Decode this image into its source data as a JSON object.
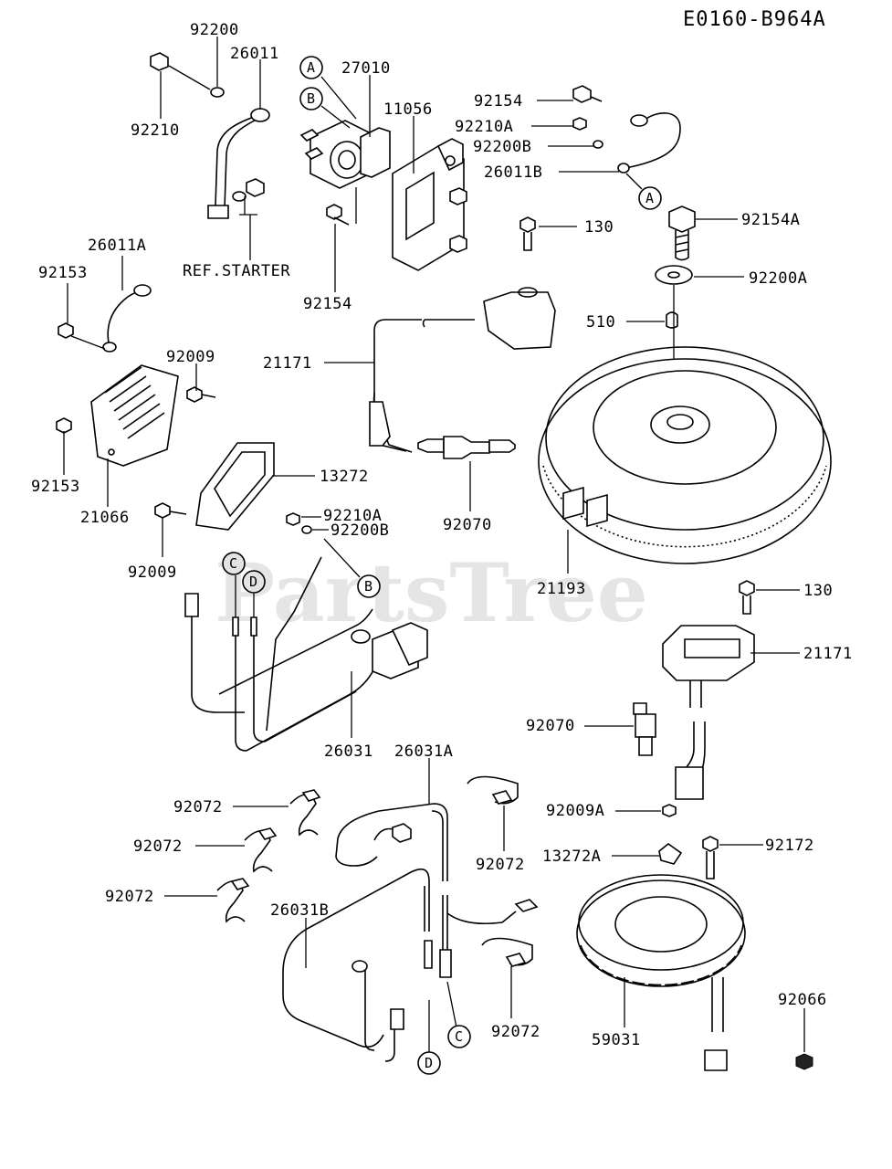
{
  "diagram_code": "E0160-B964A",
  "watermark": "PartsTree",
  "reference_note": "REF.STARTER",
  "part_labels": {
    "p92200_top": "92200",
    "p26011": "26011",
    "p92210": "92210",
    "p27010": "27010",
    "p11056": "11056",
    "p92154_top": "92154",
    "p92210A_top": "92210A",
    "p92200B_top": "92200B",
    "p26011B": "26011B",
    "p130_top": "130",
    "p92154A": "92154A",
    "p92200A": "92200A",
    "p510": "510",
    "p26011A": "26011A",
    "p92153_top": "92153",
    "p92154_mid": "92154",
    "p21171_top": "21171",
    "p92009_top": "92009",
    "p13272": "13272",
    "p92153_bot": "92153",
    "p21066": "21066",
    "p92210A_mid": "92210A",
    "p92200B_mid": "92200B",
    "p92070_mid": "92070",
    "p92009_bot": "92009",
    "p21193": "21193",
    "p130_bot": "130",
    "p21171_bot": "21171",
    "p92070_right": "92070",
    "p26031": "26031",
    "p26031A": "26031A",
    "p92072_a": "92072",
    "p92072_b": "92072",
    "p92072_c": "92072",
    "p92072_d": "92072",
    "p92072_e": "92072",
    "p92009A": "92009A",
    "p13272A": "13272A",
    "p92172": "92172",
    "p26031B": "26031B",
    "p59031": "59031",
    "p92066": "92066"
  },
  "connector_markers": {
    "a1": "A",
    "b1": "B",
    "a2": "A",
    "b2": "B",
    "c1": "C",
    "d1": "D",
    "c2": "C",
    "d2": "D"
  }
}
